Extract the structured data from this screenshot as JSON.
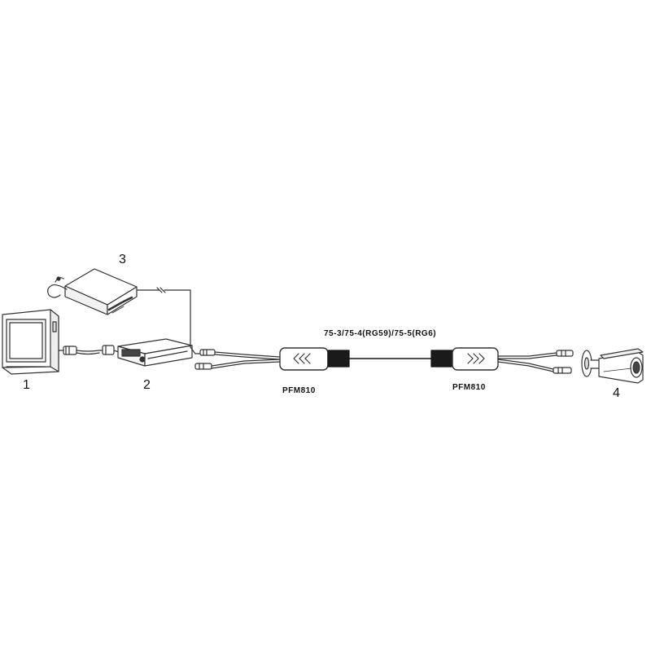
{
  "labels": {
    "monitor_number": "1",
    "dvr_number": "2",
    "power_number": "3",
    "camera_number": "4",
    "left_transceiver": "PFM810",
    "right_transceiver": "PFM810",
    "cable": "75-3/75-4(RG59)/75-5(RG6)"
  },
  "colors": {
    "line": "#333333",
    "ink": "#111111",
    "cable_end": "#1a1a1a"
  }
}
